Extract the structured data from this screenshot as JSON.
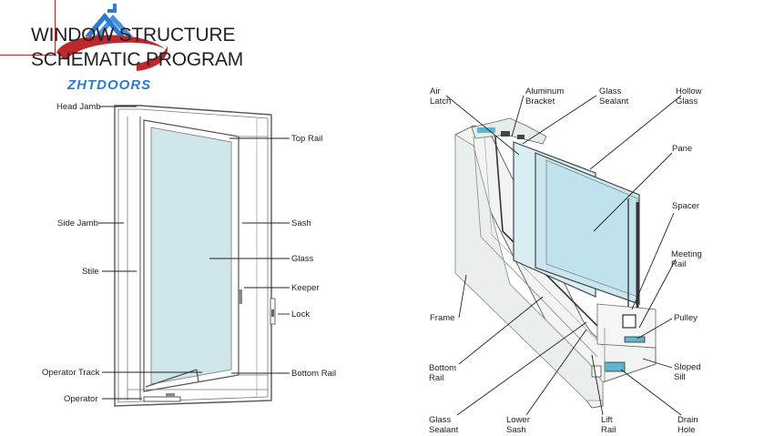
{
  "title": {
    "line1": "WINDOW STRUCTURE",
    "line2": "SCHEMATIC PROGRAM"
  },
  "brand": {
    "name": "ZHTDOORS",
    "colors": {
      "blue": "#2a7bd1",
      "red": "#c0272d"
    }
  },
  "casement_labels": {
    "head_jamb": "Head Jamb",
    "top_rail": "Top Rail",
    "side_jamb": "Side Jamb",
    "sash": "Sash",
    "stile": "Stile",
    "glass": "Glass",
    "keeper": "Keeper",
    "lock": "Lock",
    "operator_track": "Operator Track",
    "bottom_rail": "Bottom Rail",
    "operator": "Operator"
  },
  "section_labels": {
    "air_latch": [
      "Air",
      "Latch"
    ],
    "aluminum_bracket": [
      "Aluminum",
      "Bracket"
    ],
    "glass_sealant_top": [
      "Glass",
      "Sealant"
    ],
    "hollow_glass": [
      "Hollow",
      "Glass"
    ],
    "pane": "Pane",
    "spacer": "Spacer",
    "meeting_rail": [
      "Meeting",
      "Rail"
    ],
    "frame": "Frame",
    "pulley": "Pulley",
    "bottom_rail": [
      "Bottom",
      "Rail"
    ],
    "sloped_sill": [
      "Sloped",
      "Sill"
    ],
    "glass_sealant_bottom": [
      "Glass",
      "Sealant"
    ],
    "lower_sash": [
      "Lower",
      "Sash"
    ],
    "lift_rail": [
      "Lift",
      "Rail"
    ],
    "drain_hole": [
      "Drain",
      "Hole"
    ]
  }
}
